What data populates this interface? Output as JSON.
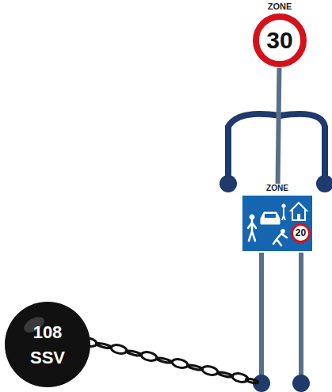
{
  "diagram": {
    "nodes": [
      {
        "text": [
          "ZONE",
          "30"
        ]
      },
      {
        "text": [
          "ZONE"
        ]
      },
      {
        "text": [
          "20"
        ],
        "in": 1
      },
      {
        "text": [
          "108 SSV"
        ]
      }
    ],
    "edges": [
      {
        "from": 0,
        "to": 1,
        "arrow": "none"
      }
    ]
  }
}
